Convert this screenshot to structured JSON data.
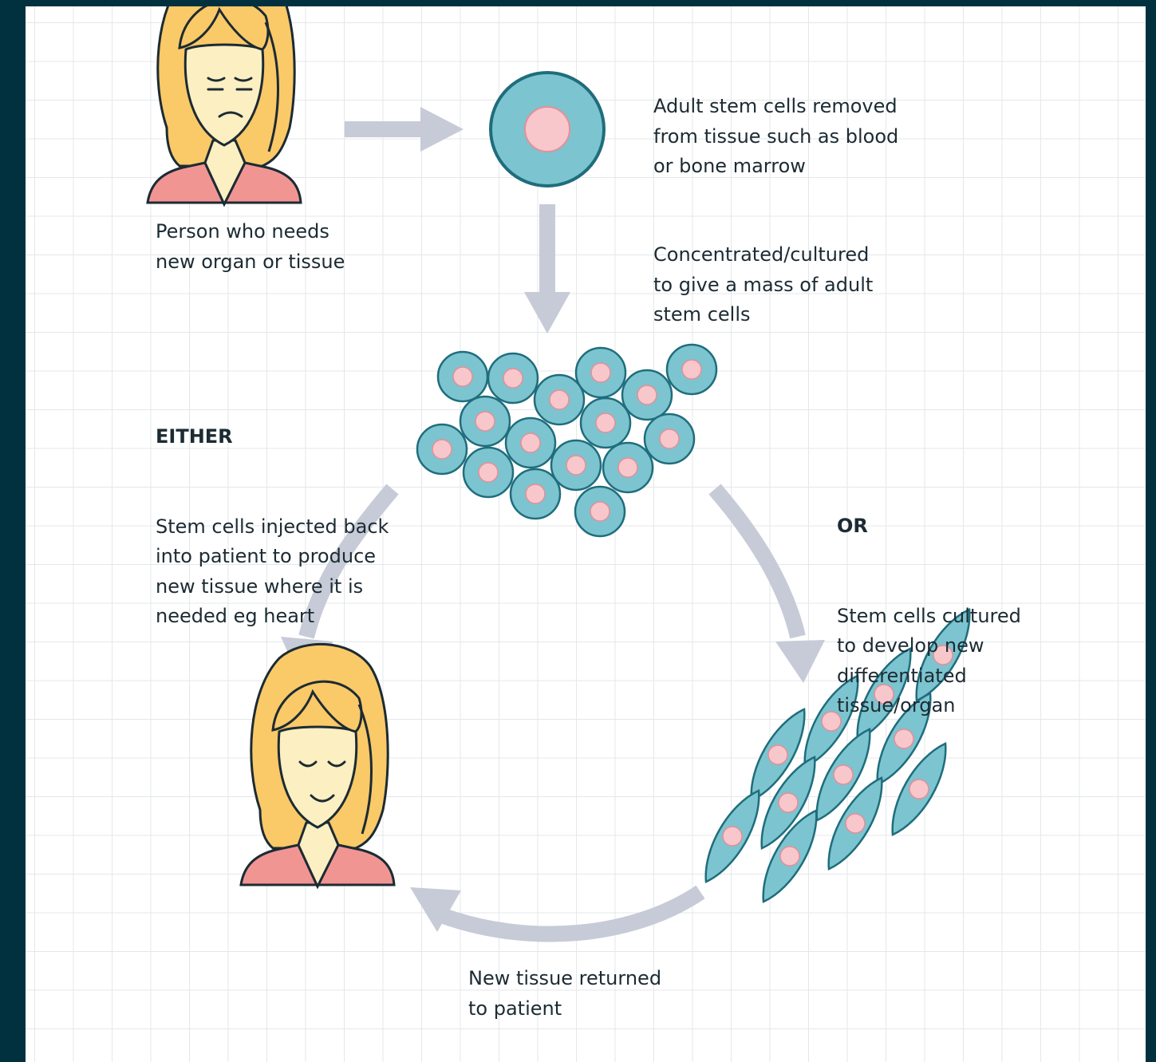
{
  "labels": {
    "person": "Person who needs\nnew organ or tissue",
    "removed": "Adult stem cells removed\nfrom tissue such as blood\nor bone marrow",
    "cultured": "Concentrated/cultured\nto give a mass of adult\nstem cells",
    "either_heading": "EITHER",
    "either_body": "Stem cells injected back\ninto patient to produce\nnew tissue where it is\nneeded eg heart",
    "or_heading": "OR",
    "or_body": "Stem cells cultured\nto develop new\ndifferentiated\ntissue/organ",
    "returned": "New tissue returned\nto patient"
  },
  "colors": {
    "background": "#01313f",
    "arrow": "#c6cbd7",
    "cell_fill": "#7cc4cf",
    "cell_outline": "#1f6d7c",
    "nucleus": "#f8c7cc",
    "hair": "#fac968",
    "skin": "#fcefc2",
    "shirt": "#f19593",
    "text": "#1c2b33"
  },
  "icons": {
    "patient_before": "sad-woman-icon",
    "patient_after": "smiling-woman-icon",
    "single_cell": "stem-cell-icon",
    "cell_mass": "stem-cell-cluster-icon",
    "tissue": "differentiated-tissue-icon"
  }
}
